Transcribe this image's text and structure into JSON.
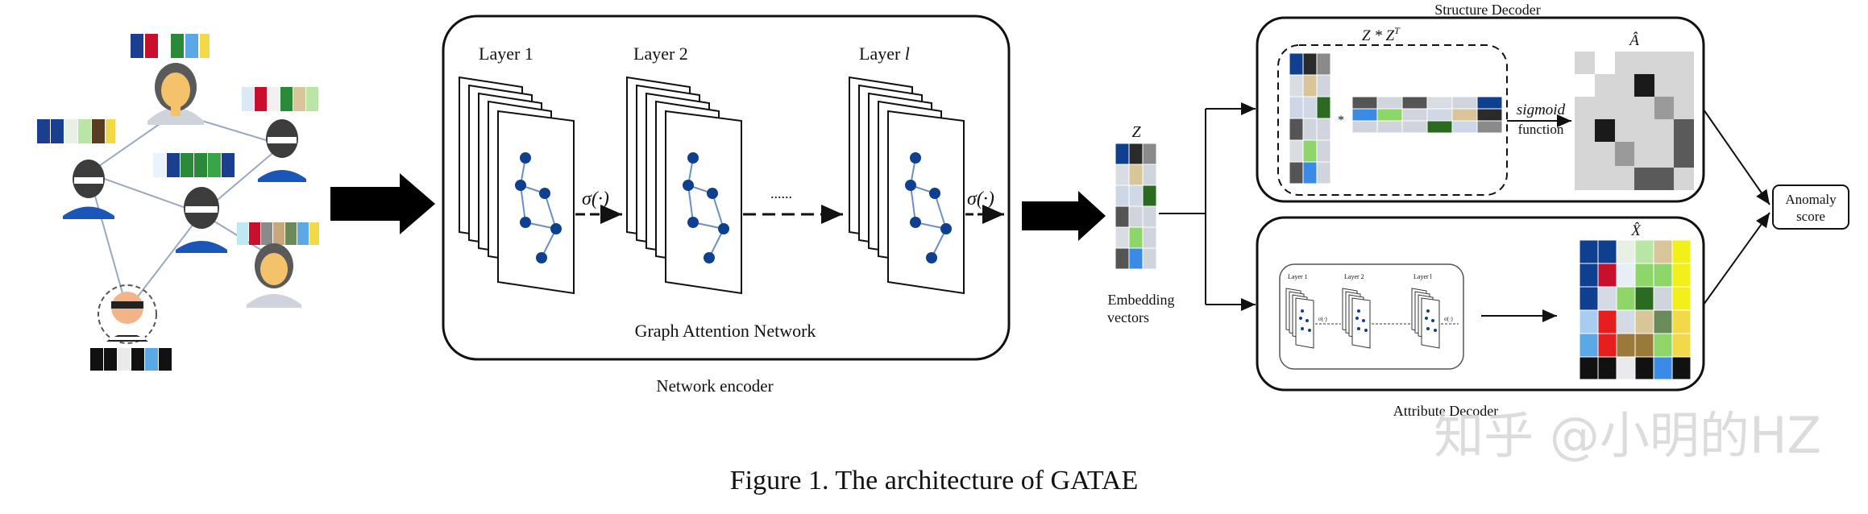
{
  "encoder": {
    "layer1_label": "Layer 1",
    "layer2_label": "Layer 2",
    "layerl_label": "Layer ",
    "layerl_sub": "l",
    "sigma1": "σ(·)",
    "dots": "......",
    "sigma2": "σ(·)",
    "gat_label": "Graph Attention Network",
    "title": "Network encoder"
  },
  "embedding": {
    "z_label": "Z",
    "caption_line1": "Embedding",
    "caption_line2": "vectors"
  },
  "structure_decoder": {
    "title": "Structure Decoder",
    "formula": "Z * Z",
    "formula_sup": "T",
    "times": "*",
    "sigmoid": "sigmoid",
    "function": "function",
    "a_hat": "Â"
  },
  "attribute_decoder": {
    "title": "Attribute Decoder",
    "x_hat": "X̂",
    "mini_layer1": "Layer 1",
    "mini_layer2": "Layer 2",
    "mini_layerl": "Layer l",
    "mini_sigma1": "σ(·)",
    "mini_sigma2": "σ(·)"
  },
  "anomaly": {
    "line1": "Anomaly",
    "line2": "score"
  },
  "watermark": "知乎 @小明的HZ",
  "caption": "Figure 1.  The architecture of GATAE",
  "colors": {
    "node_blue": "#1a4d9c",
    "dark_blue": "#0f3f8f",
    "red": "#c8102e",
    "green": "#2a8a3a",
    "light_blue": "#5aa8e6",
    "yellow": "#f2d94a",
    "skin": "#f3c26b",
    "gray": "#bfc3c8"
  }
}
